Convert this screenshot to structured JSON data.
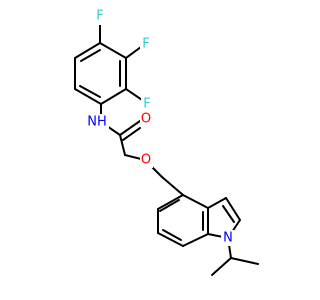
{
  "atoms": {
    "f_top": {
      "label": "F",
      "color": "#33cccc"
    },
    "f_mid": {
      "label": "F",
      "color": "#33cccc"
    },
    "f_low": {
      "label": "F",
      "color": "#33cccc"
    },
    "nh": {
      "label": "NH",
      "color": "#0000ff"
    },
    "o_carbonyl": {
      "label": "O",
      "color": "#ff0000"
    },
    "o_ether": {
      "label": "O",
      "color": "#ff0000"
    },
    "n_indole": {
      "label": "N",
      "color": "#0000ff"
    }
  }
}
